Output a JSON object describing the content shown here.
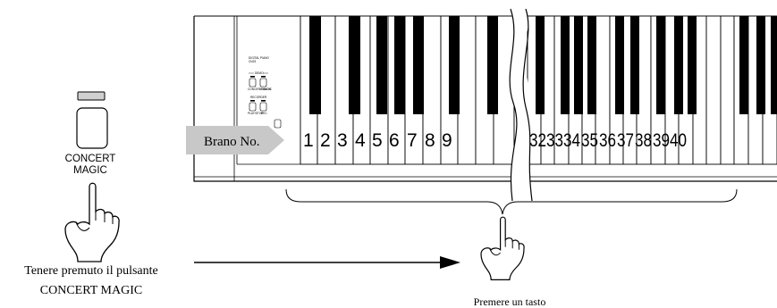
{
  "panel": {
    "brand_line1": "DIGITAL PIANO",
    "brand_line2": "CN23",
    "demo_label": "DEMO",
    "concert_magic_small": "CONCERT MAGIC",
    "lesson_label": "LESSON",
    "recorder_label": "RECORDER",
    "play_stop_label": "PLAY/STOP",
    "rec_label": "REC"
  },
  "button": {
    "label_line1": "CONCERT",
    "label_line2": "MAGIC"
  },
  "keyboard": {
    "brano_label": "Brano No.",
    "left_numbers": [
      "1",
      "2",
      "3",
      "4",
      "5",
      "6",
      "7",
      "8",
      "9"
    ],
    "right_numbers": [
      "32",
      "33",
      "34",
      "35",
      "36",
      "37",
      "38",
      "39",
      "40"
    ]
  },
  "captions": {
    "left_line1": "Tenere premuto il pulsante",
    "left_line2": "CONCERT MAGIC",
    "right": "Premere un tasto"
  }
}
